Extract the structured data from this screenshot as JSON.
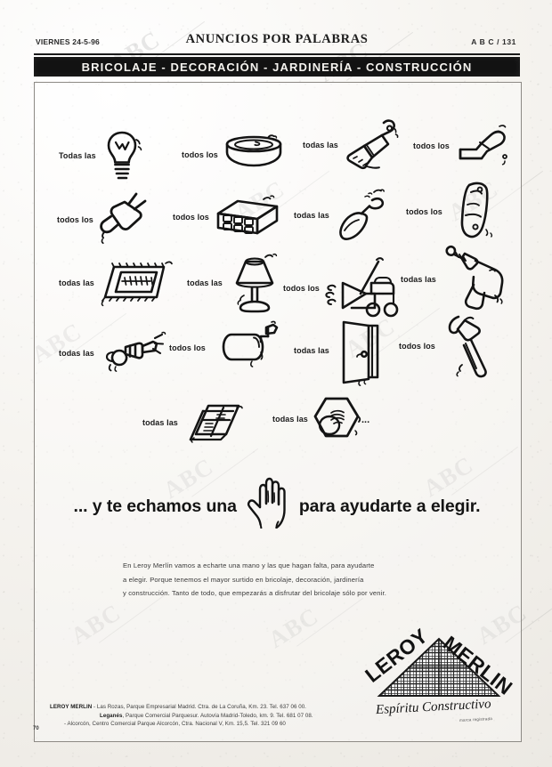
{
  "masthead": {
    "date": "VIERNES 24-5-96",
    "title": "ANUNCIOS POR PALABRAS",
    "folio": "A B C / 131"
  },
  "category_bar": {
    "text": "BRICOLAJE - DECORACIÓN - JARDINERÍA - CONSTRUCCIÓN"
  },
  "items": [
    {
      "label": "Todas las",
      "icon": "lightbulb-icon"
    },
    {
      "label": "todos los",
      "icon": "washbasin-icon"
    },
    {
      "label": "todas las",
      "icon": "paintbrush-icon"
    },
    {
      "label": "todos los",
      "icon": "pliers-icon"
    },
    {
      "label": "todos los",
      "icon": "plug-icon"
    },
    {
      "label": "todos los",
      "icon": "brick-icon"
    },
    {
      "label": "todas las",
      "icon": "trowel-icon"
    },
    {
      "label": "todos los",
      "icon": "handplane-icon"
    },
    {
      "label": "todas las",
      "icon": "rug-icon"
    },
    {
      "label": "todas las",
      "icon": "table-lamp-icon"
    },
    {
      "label": "todos los",
      "icon": "lawnmower-icon"
    },
    {
      "label": "todas las",
      "icon": "drill-icon"
    },
    {
      "label": "todas las",
      "icon": "faucet-icon"
    },
    {
      "label": "todos los",
      "icon": "paint-roller-icon"
    },
    {
      "label": "todas las",
      "icon": "door-icon"
    },
    {
      "label": "todos los",
      "icon": "hammer-icon"
    },
    {
      "label": "todas las",
      "icon": "tiles-icon"
    },
    {
      "label": "todas las",
      "icon": "hex-nut-icon"
    }
  ],
  "ellipsis": "...",
  "tagline": {
    "before": "... y te echamos una",
    "icon": "open-hand-icon",
    "after": "para ayudarte a elegir."
  },
  "body_copy": {
    "line1": "En Leroy Merlín vamos a echarte una mano y las que hagan falta, para ayudarte",
    "line2": "a elegir. Porque tenemos el mayor surtido en bricolaje, decoración, jardinería",
    "line3": "y construcción. Tanto de todo, que empezarás a disfrutar del bricolaje sólo por venir."
  },
  "logo": {
    "word1": "LEROY",
    "word2": "MERLIN",
    "tagline": "Espíritu Constructivo",
    "subtag": "marca registrada"
  },
  "addresses": {
    "line1_brand": "LEROY MERLIN",
    "line1": " - Las Rozas, Parque Empresarial Madrid. Ctra. de La Coruña, Km. 23. Tel. 637 06 00.",
    "line2_city": "Leganés",
    "line2": ", Parque Comercial Parquesur. Autovía Madrid-Toledo, km. 9. Tel. 681 07 08.",
    "line3": "- Alcorcón, Centro Comercial Parque Alcorcón, Ctra. Nacional V, Km. 15,5. Tel. 321 09 60",
    "page_number": "70"
  },
  "watermark": {
    "text": "ABC"
  },
  "colors": {
    "ink": "#141414",
    "paper": "#f4f2ee",
    "bar_bg": "#121212",
    "bar_text": "#f4f2ee"
  }
}
